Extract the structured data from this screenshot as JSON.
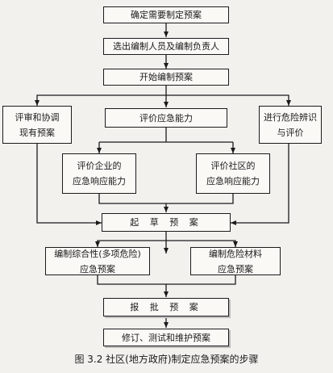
{
  "steps": {
    "s1": "确定需要制定预案",
    "s2": "选出编制人员及编制负责人",
    "s3": "开始编制预案",
    "s4": "评审和协调\n现有预案",
    "s5": "评价应急能力",
    "s6": "进行危险辨识\n与评价",
    "s7": "评价企业的\n应急响应能力",
    "s8": "评价社区的\n应急响应能力",
    "s9": "起 草 预 案",
    "s10": "编制综合性(多项危险)\n应急预案",
    "s11": "编制危险材料\n应急预案",
    "s12": "报 批 预 案",
    "s13": "修订、测试和维护预案"
  },
  "caption": "图 3.2  社区(地方政府)制定应急预案的步骤"
}
